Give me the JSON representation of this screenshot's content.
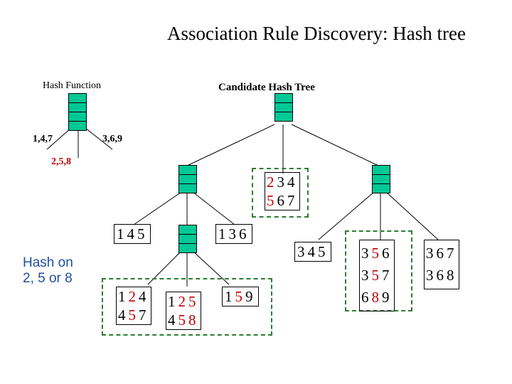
{
  "title": "Association Rule Discovery: Hash tree",
  "hash_function": {
    "label": "Hash Function",
    "branches": [
      "1,4,7",
      "2,5,8",
      "3,6,9"
    ]
  },
  "tree_label": "Candidate Hash Tree",
  "hash_on_label": [
    "Hash on",
    "2, 5 or 8"
  ],
  "leaves": {
    "l234": [
      "2",
      "3",
      "4"
    ],
    "l567": [
      "5",
      "6",
      "7"
    ],
    "l145": [
      "1",
      "4",
      "5"
    ],
    "l136": [
      "1",
      "3",
      "6"
    ],
    "l345": [
      "3",
      "4",
      "5"
    ],
    "l356": [
      "3",
      "5",
      "6"
    ],
    "l357": [
      "3",
      "5",
      "7"
    ],
    "l689": [
      "6",
      "8",
      "9"
    ],
    "l367": [
      "3",
      "6",
      "7"
    ],
    "l368": [
      "3",
      "6",
      "8"
    ],
    "l124": [
      "1",
      "2",
      "4"
    ],
    "l457": [
      "4",
      "5",
      "7"
    ],
    "l125": [
      "1",
      "2",
      "5"
    ],
    "l458": [
      "4",
      "5",
      "8"
    ],
    "l159": [
      "1",
      "5",
      "9"
    ]
  },
  "colors": {
    "node": "#00c896",
    "highlight_text": "#c00000",
    "dashed_box": "#2e7d32",
    "hash_on_text": "#1f4e9e"
  }
}
